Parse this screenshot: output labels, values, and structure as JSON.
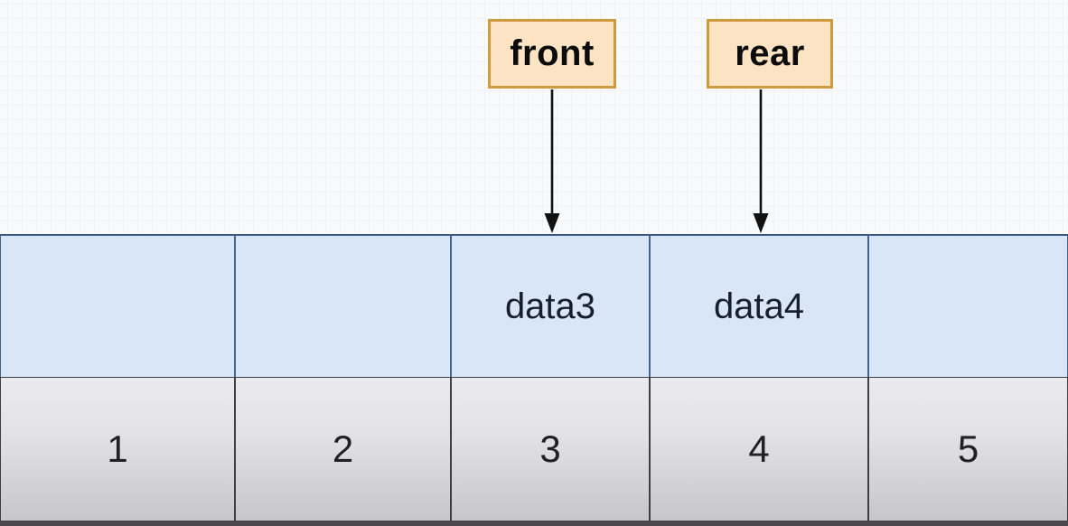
{
  "pointers": {
    "front": {
      "label": "front",
      "target_index": "3"
    },
    "rear": {
      "label": "rear",
      "target_index": "4"
    }
  },
  "queue": {
    "values": [
      "",
      "",
      "data3",
      "data4",
      ""
    ],
    "indices": [
      "1",
      "2",
      "3",
      "4",
      "5"
    ]
  },
  "colors": {
    "pointer_fill": "#fbe3c3",
    "pointer_border": "#d09b3e",
    "value_cell_fill": "#d9e6f8",
    "value_cell_border": "#48628e",
    "index_cell_gradient_top": "#ebebee",
    "index_cell_gradient_bottom": "#c7c7cb",
    "index_cell_border": "#3e3e46",
    "arrow": "#111111",
    "background": "#f8fafc",
    "grid_line": "#dfe5eb"
  }
}
